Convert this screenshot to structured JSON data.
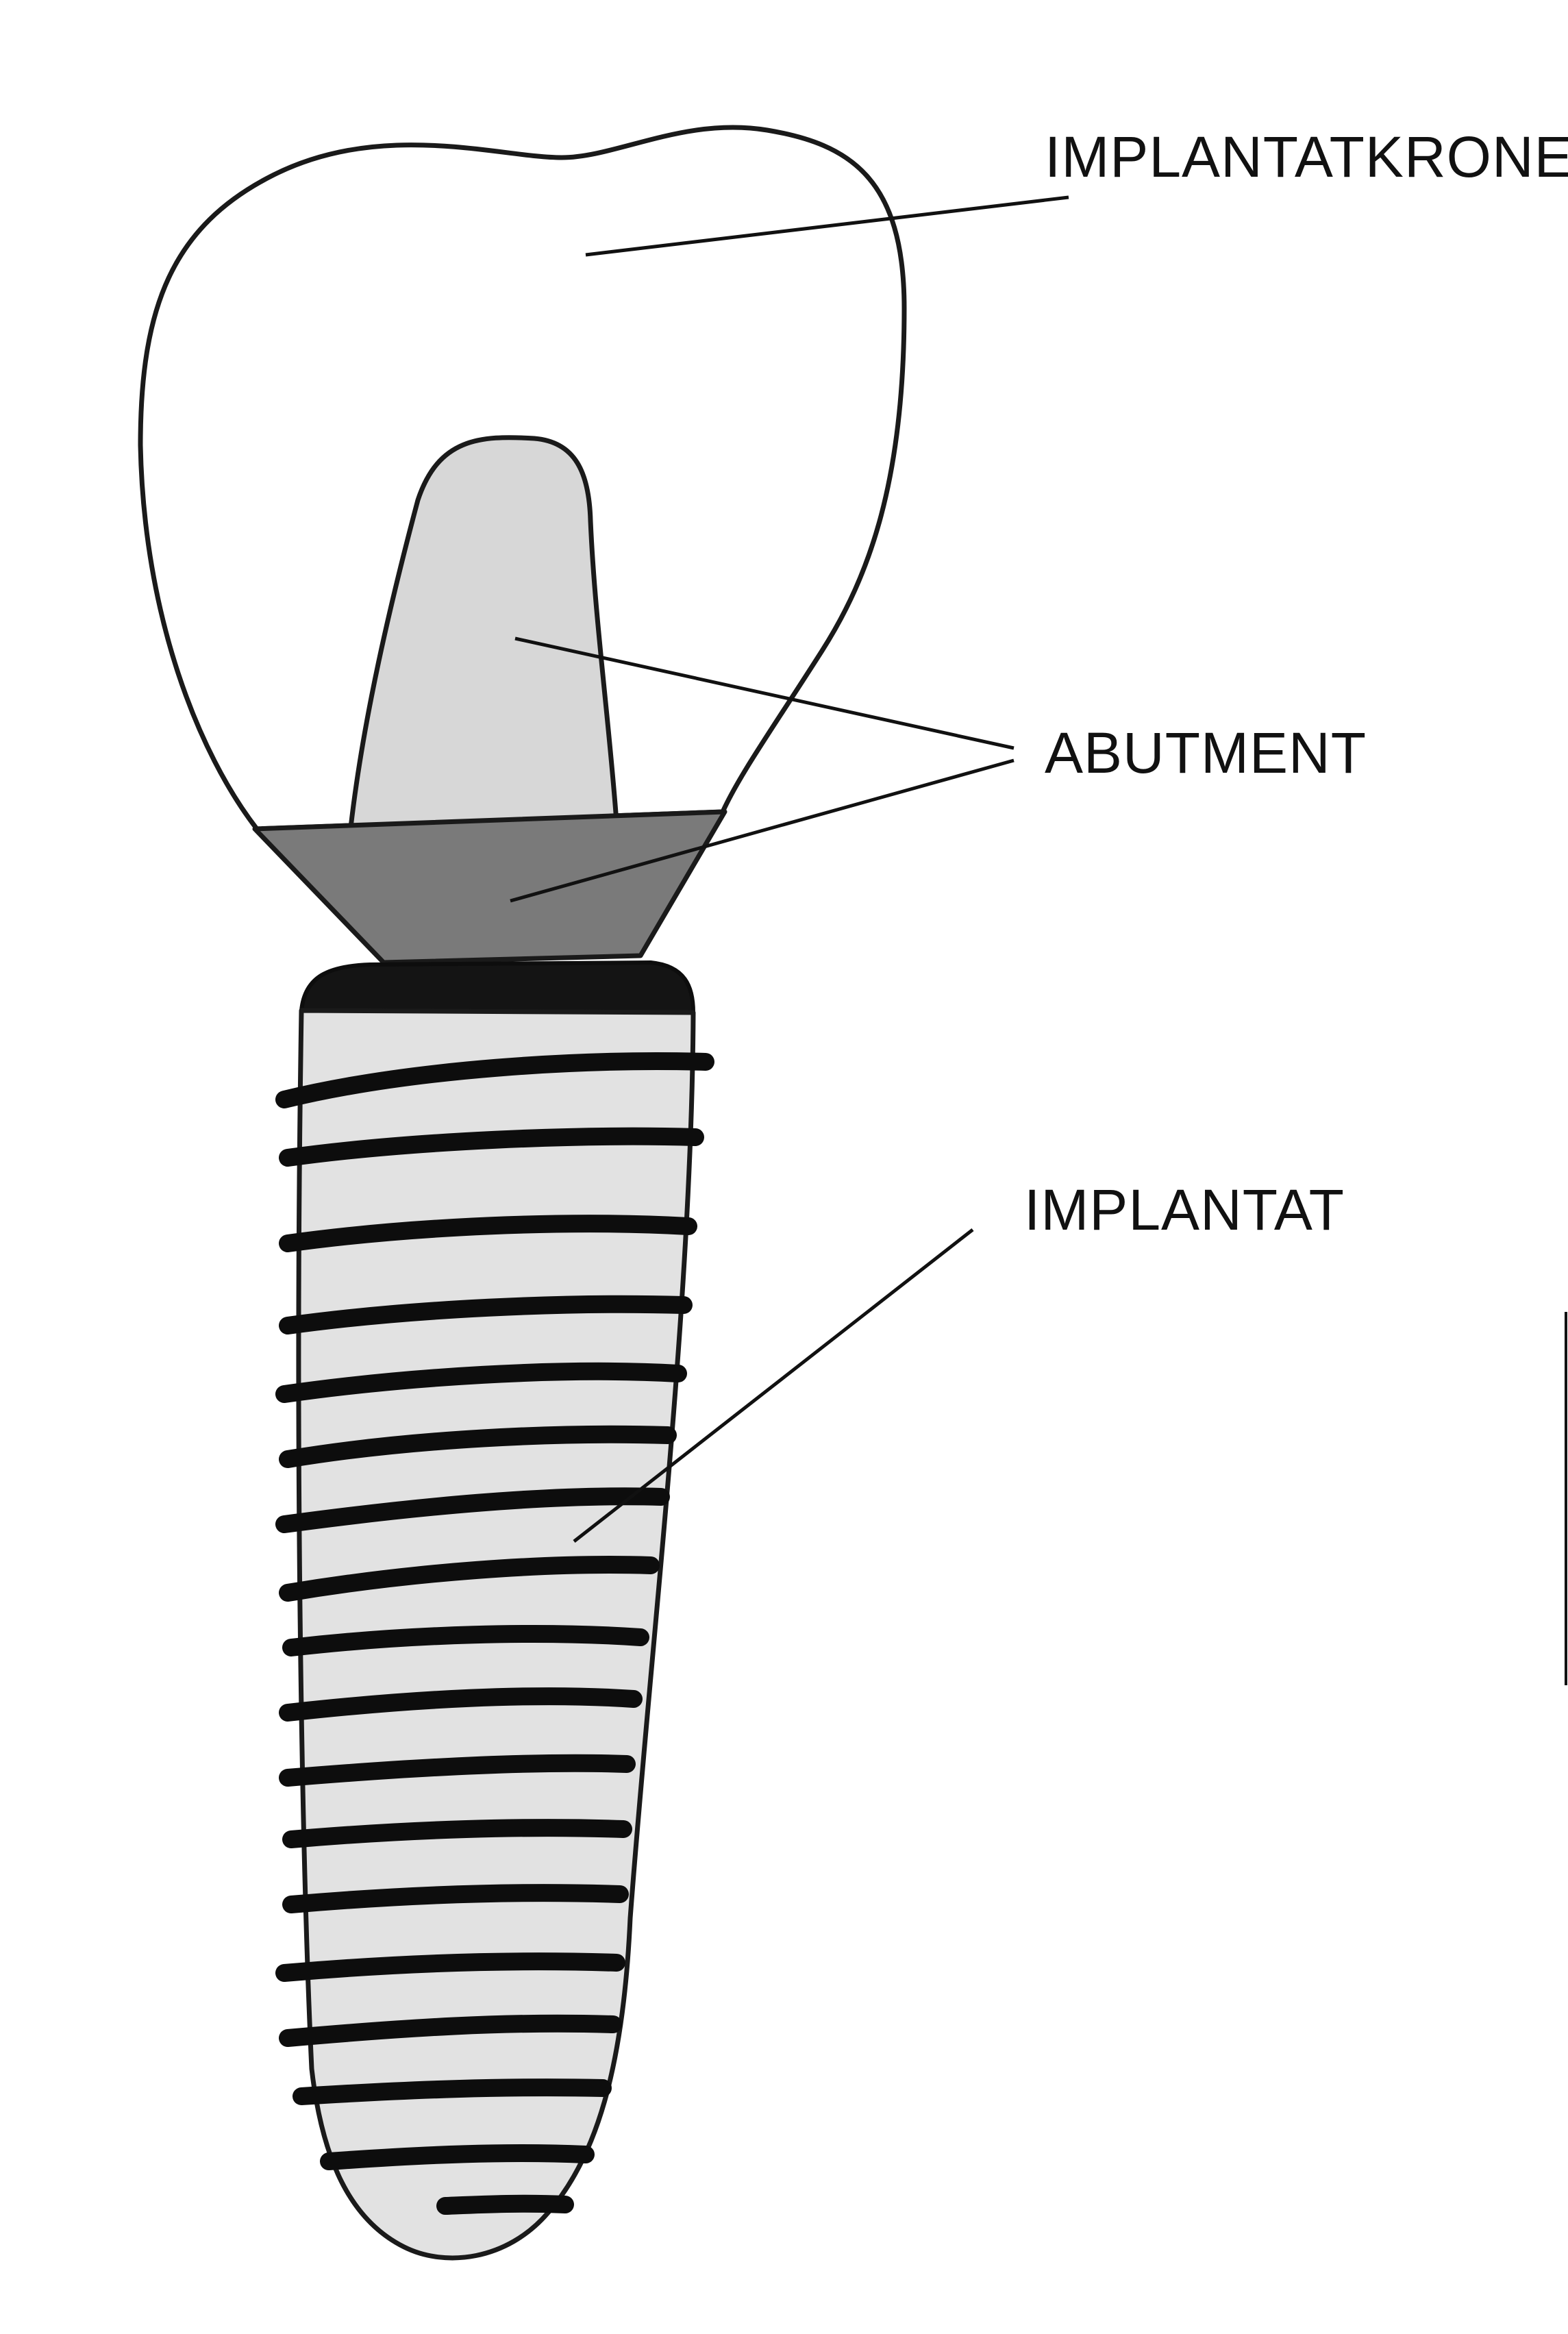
{
  "labels": {
    "crown": "IMPLANTATKRONE",
    "abutment": "ABUTMENT",
    "implant": "IMPLANTAT"
  },
  "colors": {
    "outline": "#1a1a1a",
    "abutment_light": "#d7d7d7",
    "abutment_base": "#7a7a7a",
    "implant_body": "#e2e2e2",
    "thread": "#0d0d0d",
    "background": "#ffffff"
  }
}
